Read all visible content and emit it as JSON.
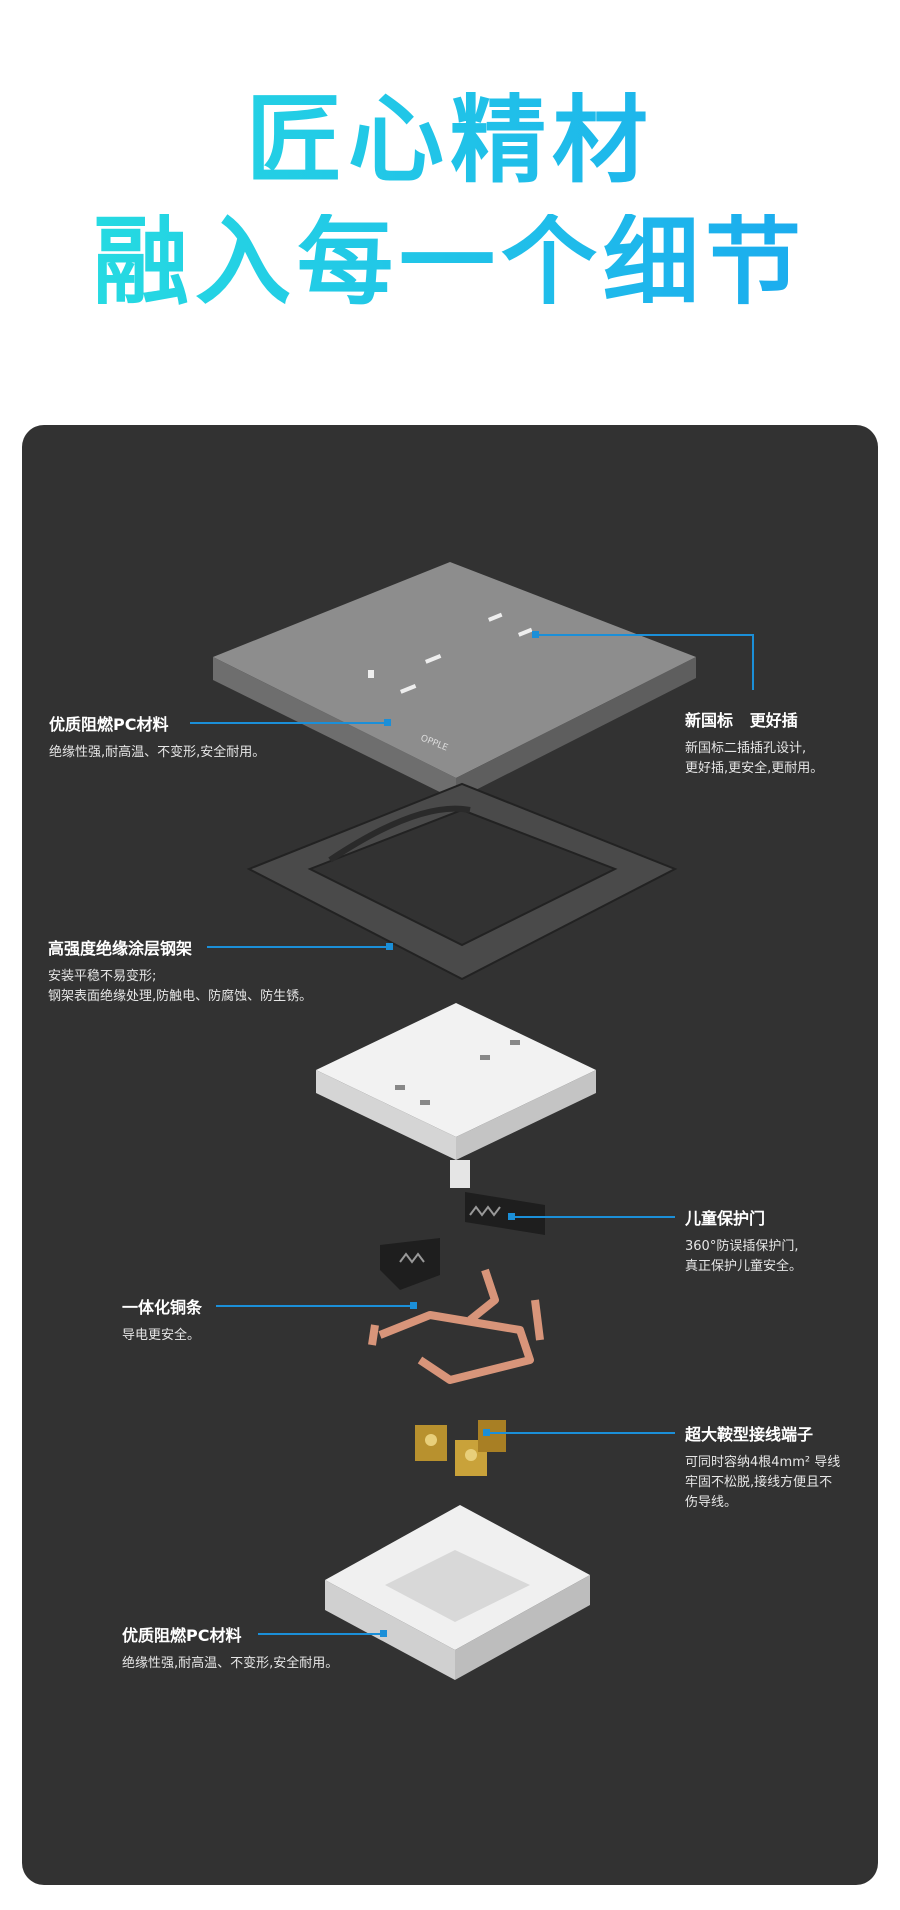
{
  "headline": {
    "line1": "匠心精材",
    "line2": "融入每一个细节",
    "gradient": [
      "#27e0e0",
      "#1aa6f0"
    ]
  },
  "accent_color": "#1b8fd8",
  "brand_mark": "OPPLE",
  "callouts": [
    {
      "title": "优质阻燃PC材料",
      "desc": [
        "绝缘性强,耐高温、不变形,安全耐用。"
      ]
    },
    {
      "title": "新国标   更好插",
      "desc": [
        "新国标二插插孔设计,",
        "更好插,更安全,更耐用。"
      ]
    },
    {
      "title": "高强度绝缘涂层钢架",
      "desc": [
        "安装平稳不易变形;",
        "钢架表面绝缘处理,防触电、防腐蚀、防生锈。"
      ]
    },
    {
      "title": "儿童保护门",
      "desc": [
        "360°防误插保护门,",
        "真正保护儿童安全。"
      ]
    },
    {
      "title": "一体化铜条",
      "desc": [
        "导电更安全。"
      ]
    },
    {
      "title": "超大鞍型接线端子",
      "desc": [
        "可同时容纳4根4mm² 导线",
        "牢固不松脱,接线方便且不",
        "伤导线。"
      ]
    },
    {
      "title": "优质阻燃PC材料",
      "desc": [
        "绝缘性强,耐高温、不变形,安全耐用。"
      ]
    }
  ]
}
